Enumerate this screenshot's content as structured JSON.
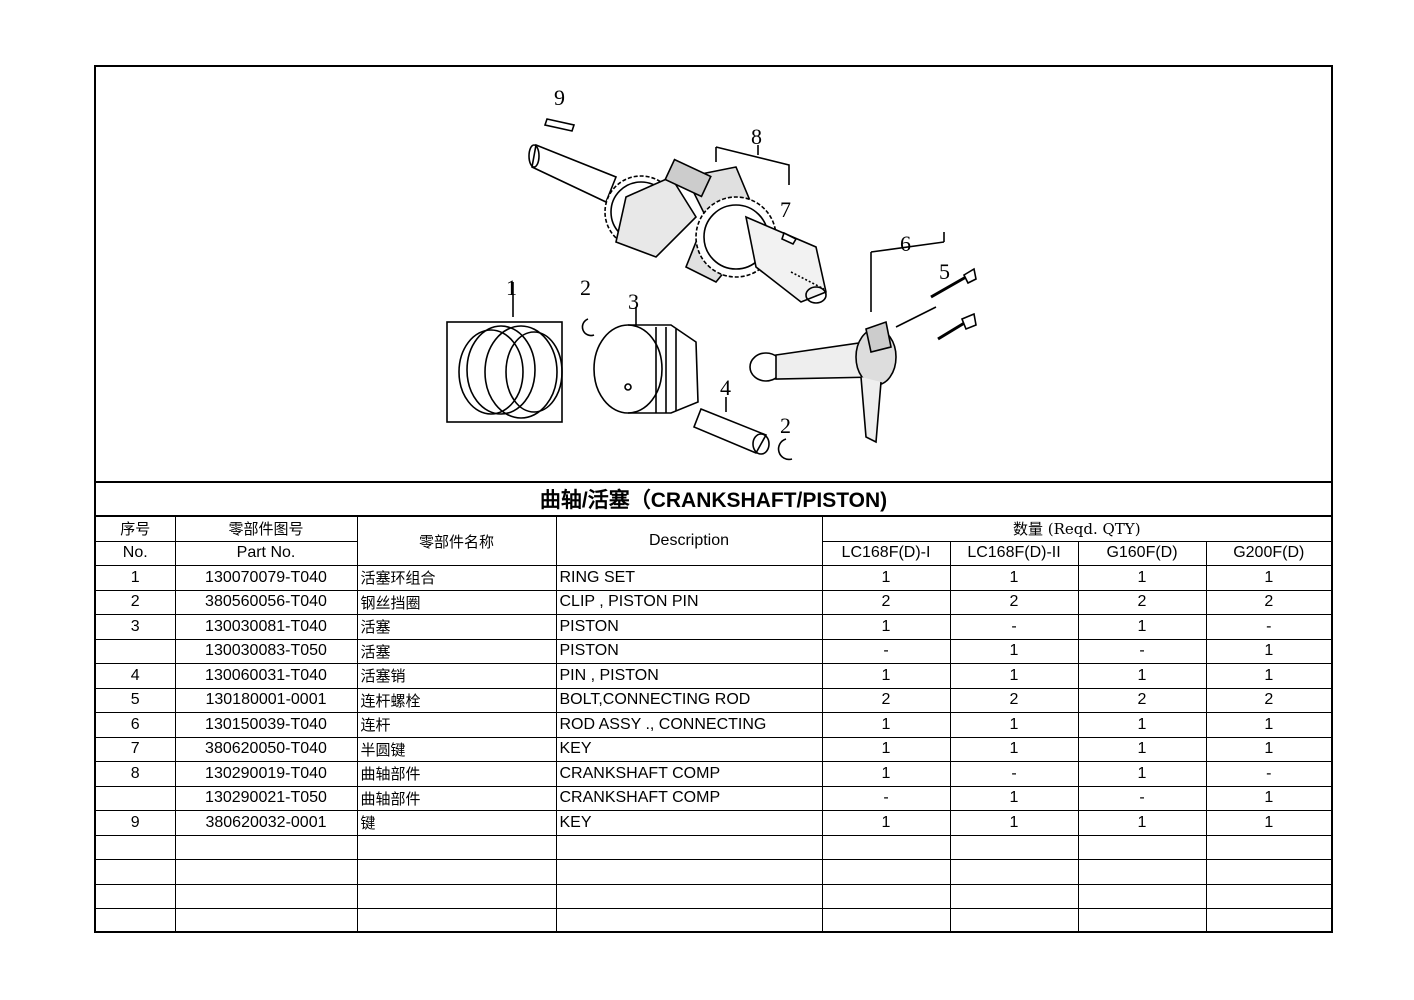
{
  "title": "曲轴/活塞（CRANKSHAFT/PISTON)",
  "diagram": {
    "callouts": [
      "9",
      "8",
      "7",
      "6",
      "5",
      "1",
      "2",
      "3",
      "4",
      "2"
    ]
  },
  "table": {
    "headers": {
      "seq_zh": "序号",
      "seq_en": "No.",
      "part_zh": "零部件图号",
      "part_en": "Part No.",
      "name_zh": "零部件名称",
      "description": "Description",
      "qty": "数量 (Reqd. QTY)",
      "models": [
        "LC168F(D)-I",
        "LC168F(D)-II",
        "G160F(D)",
        "G200F(D)"
      ]
    },
    "rows": [
      {
        "no": "1",
        "part": "130070079-T040",
        "name_zh": "活塞环组合",
        "desc": "RING SET",
        "q": [
          "1",
          "1",
          "1",
          "1"
        ]
      },
      {
        "no": "2",
        "part": "380560056-T040",
        "name_zh": "钢丝挡圈",
        "desc": "CLIP , PISTON PIN",
        "q": [
          "2",
          "2",
          "2",
          "2"
        ]
      },
      {
        "no": "3",
        "part": "130030081-T040",
        "name_zh": "活塞",
        "desc": "PISTON",
        "q": [
          "1",
          "-",
          "1",
          "-"
        ]
      },
      {
        "no": "",
        "part": "130030083-T050",
        "name_zh": "活塞",
        "desc": "PISTON",
        "q": [
          "-",
          "1",
          "-",
          "1"
        ]
      },
      {
        "no": "4",
        "part": "130060031-T040",
        "name_zh": "活塞销",
        "desc": "PIN , PISTON",
        "q": [
          "1",
          "1",
          "1",
          "1"
        ]
      },
      {
        "no": "5",
        "part": "130180001-0001",
        "name_zh": "连杆螺栓",
        "desc": "BOLT,CONNECTING ROD",
        "q": [
          "2",
          "2",
          "2",
          "2"
        ]
      },
      {
        "no": "6",
        "part": "130150039-T040",
        "name_zh": "连杆",
        "desc": "ROD ASSY ., CONNECTING",
        "q": [
          "1",
          "1",
          "1",
          "1"
        ]
      },
      {
        "no": "7",
        "part": "380620050-T040",
        "name_zh": "半圆键",
        "desc": "KEY",
        "q": [
          "1",
          "1",
          "1",
          "1"
        ]
      },
      {
        "no": "8",
        "part": "130290019-T040",
        "name_zh": "曲轴部件",
        "desc": "CRANKSHAFT COMP",
        "q": [
          "1",
          "-",
          "1",
          "-"
        ]
      },
      {
        "no": "",
        "part": "130290021-T050",
        "name_zh": "曲轴部件",
        "desc": "CRANKSHAFT COMP",
        "q": [
          "-",
          "1",
          "-",
          "1"
        ]
      },
      {
        "no": "9",
        "part": "380620032-0001",
        "name_zh": "键",
        "desc": "KEY",
        "q": [
          "1",
          "1",
          "1",
          "1"
        ]
      }
    ],
    "empty_rows": 4
  }
}
